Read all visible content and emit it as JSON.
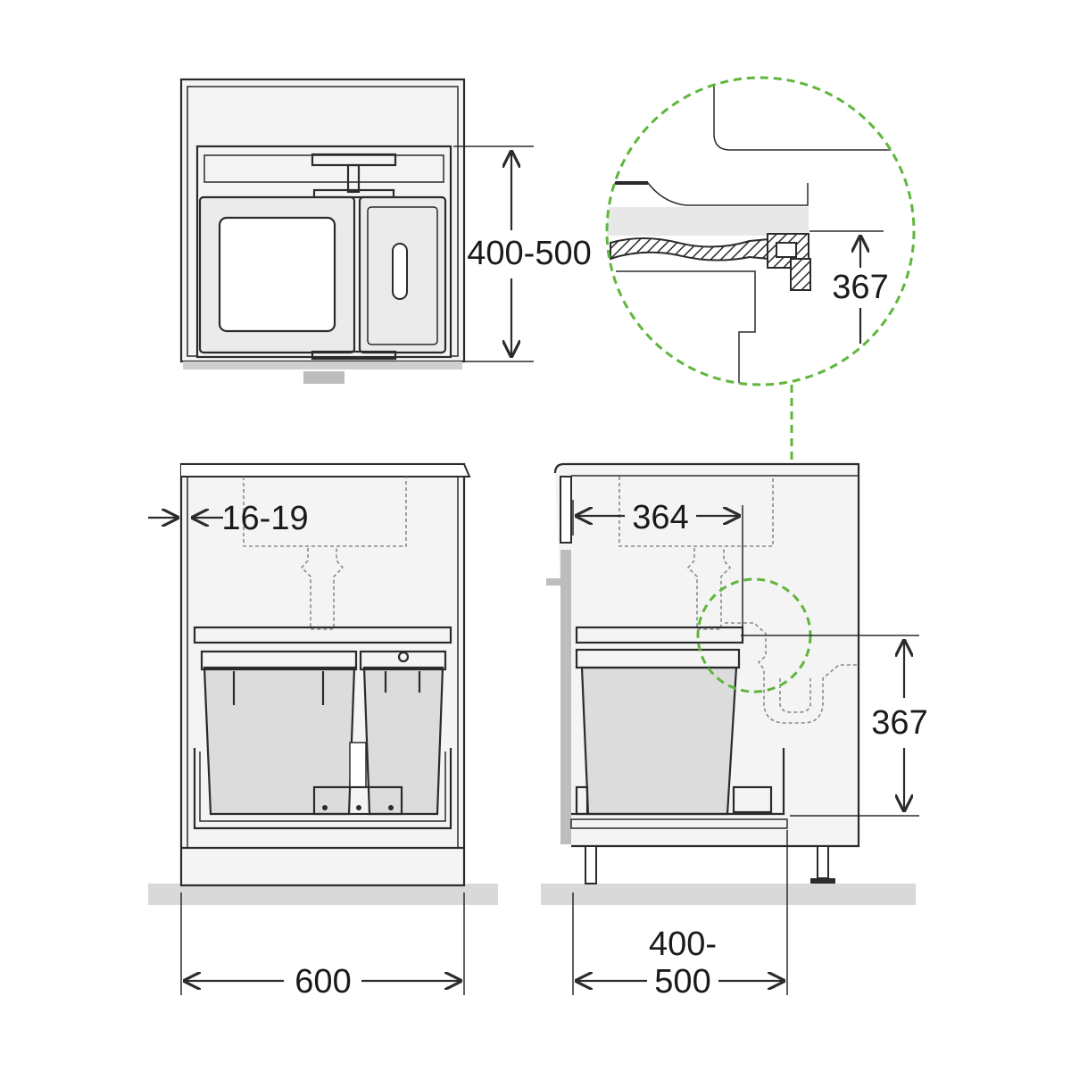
{
  "dimensions": {
    "top_depth": "400-500",
    "detail_height": "367",
    "side_thickness": "16-19",
    "sink_offset": "364",
    "side_height": "367",
    "width": "600",
    "depth_line1": "400-",
    "depth_line2": "500"
  },
  "colors": {
    "callout": "#5fb63c",
    "bin": "#dcdcdc",
    "line": "#2b2b2b"
  }
}
